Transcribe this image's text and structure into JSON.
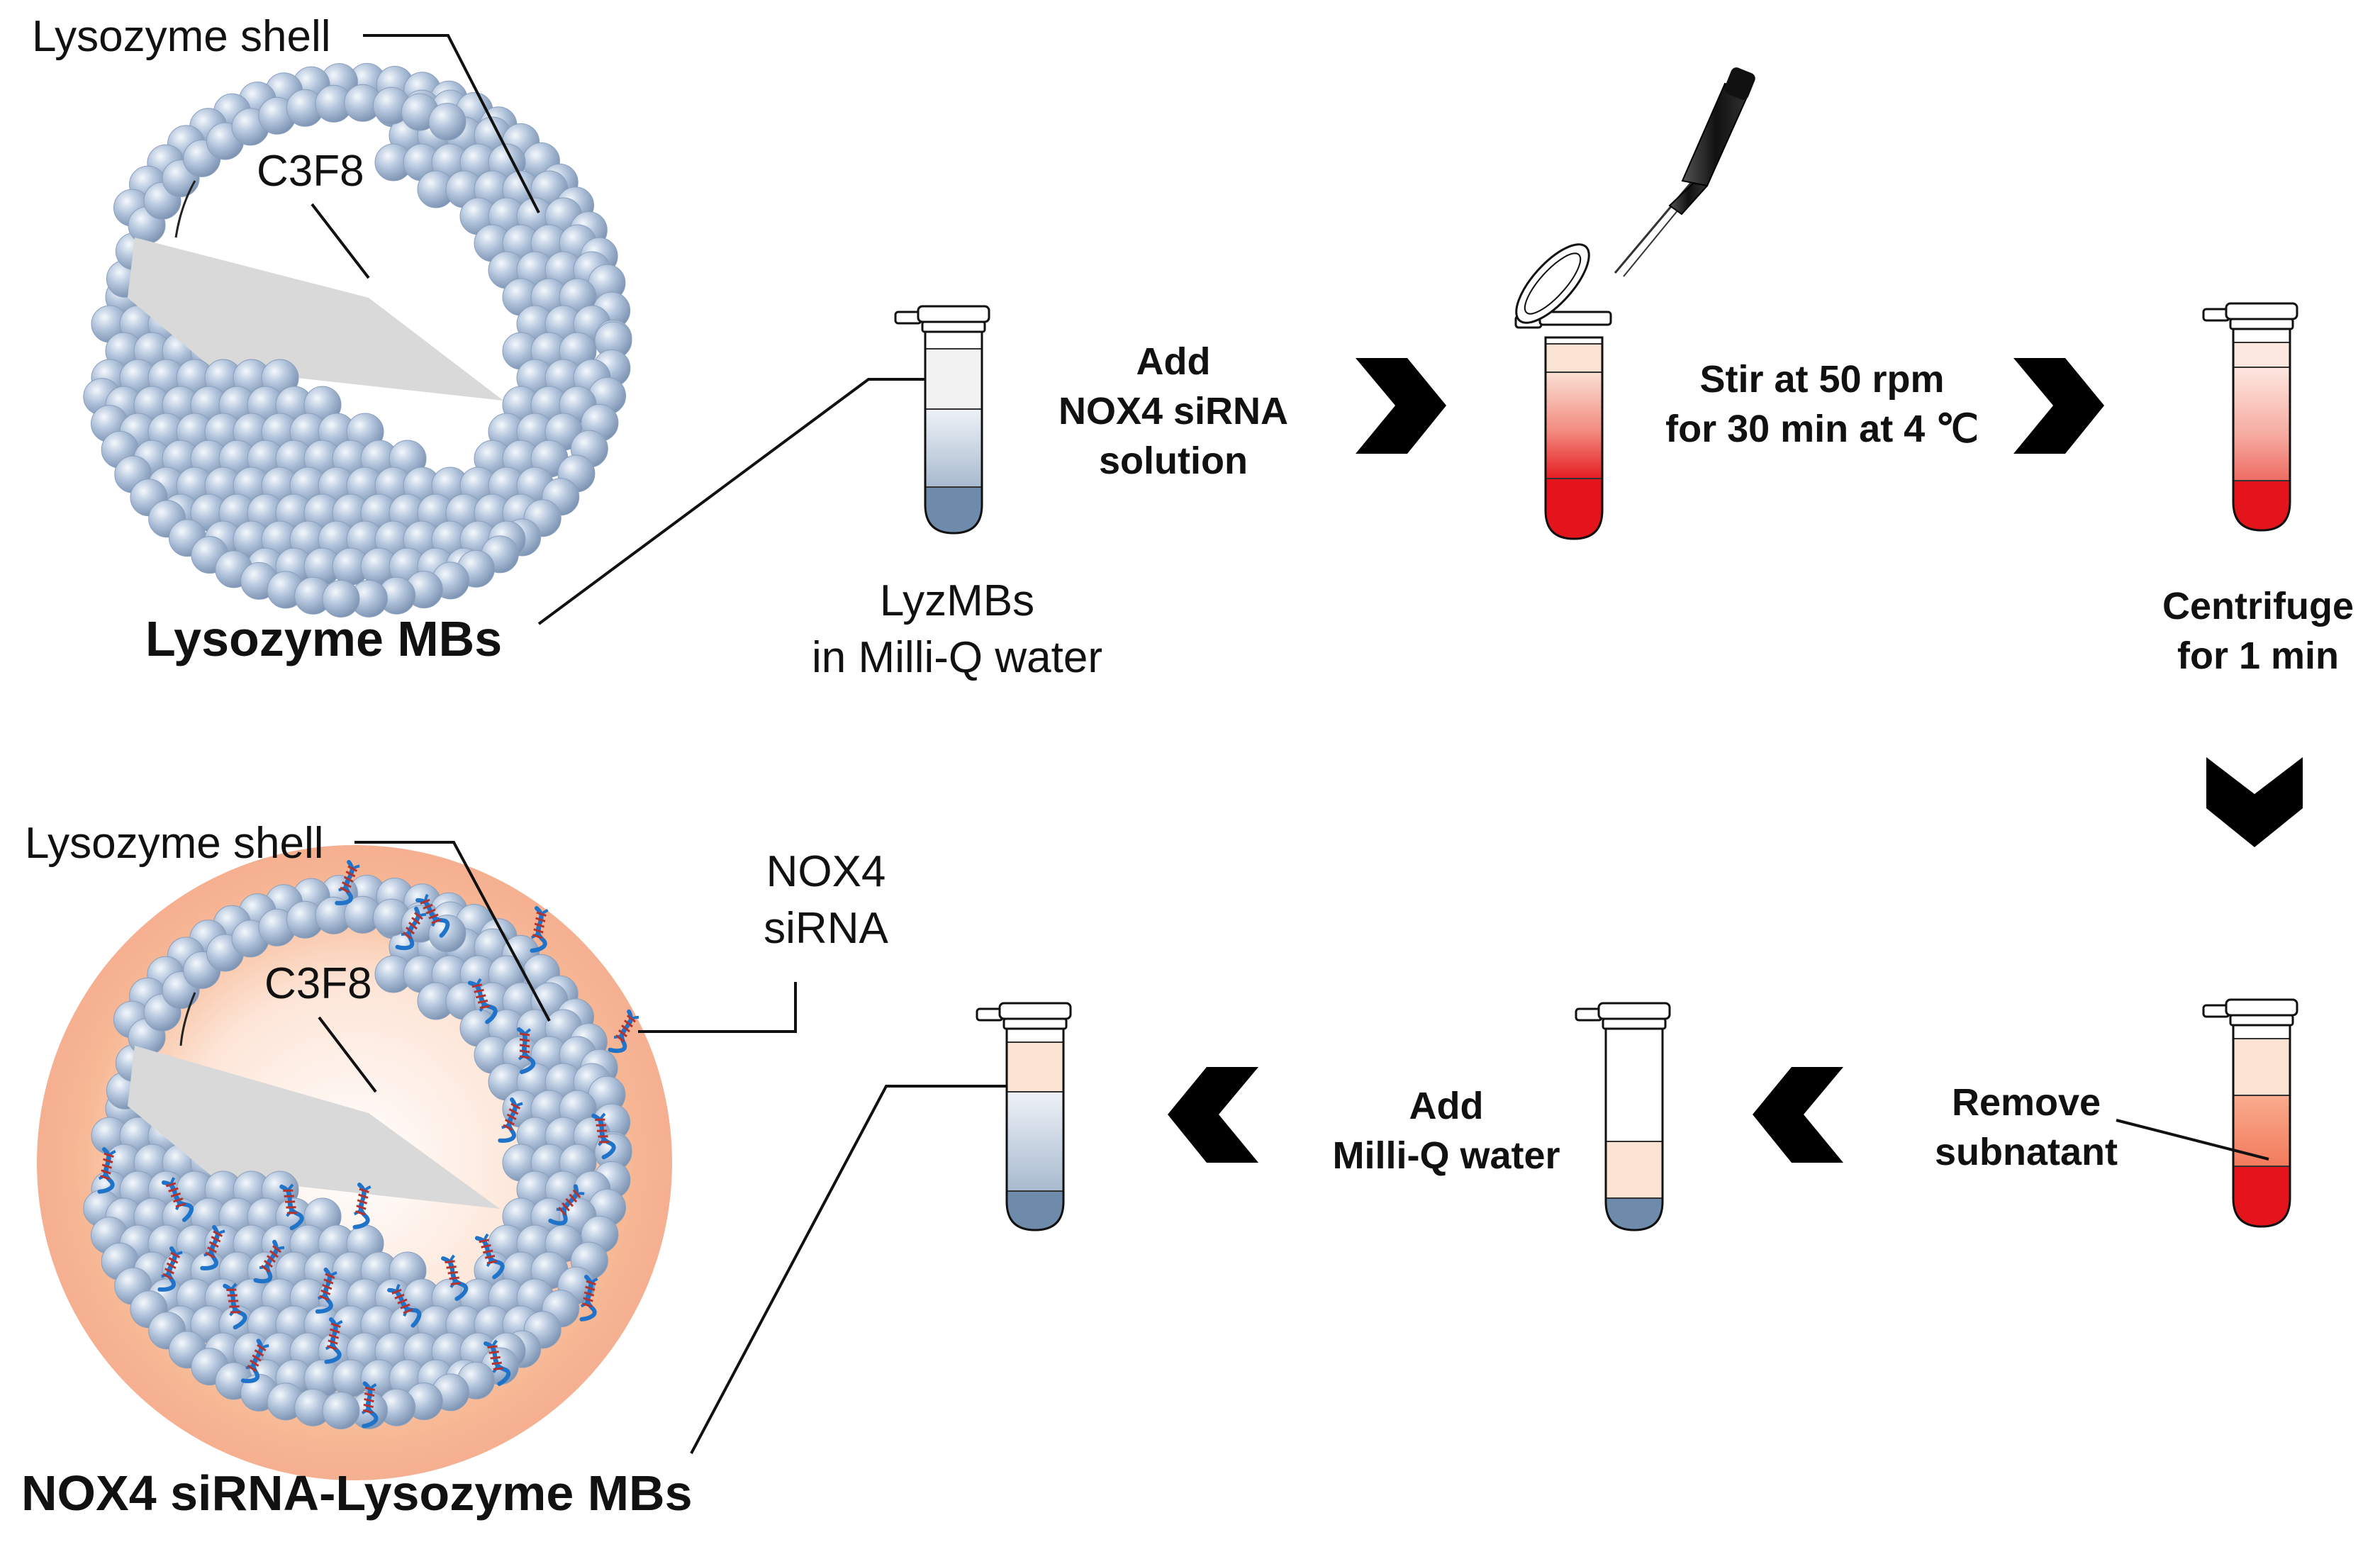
{
  "labels": {
    "shell_top": "Lysozyme shell",
    "gas_top": "C3F8",
    "mb_title": "Lysozyme MBs",
    "tube1_caption": [
      "LyzMBs",
      "in Milli-Q water"
    ],
    "step_add_sirna": [
      "Add",
      "NOX4 siRNA",
      "solution"
    ],
    "step_stir": [
      "Stir at 50 rpm",
      "for 30 min at 4 ℃"
    ],
    "step_centrifuge": [
      "Centrifuge",
      "for 1 min"
    ],
    "step_remove": [
      "Remove",
      "subnatant"
    ],
    "step_add_water": [
      "Add",
      "Milli-Q water"
    ],
    "shell_bottom": "Lysozyme shell",
    "gas_bottom": "C3F8",
    "sirna_label": [
      "NOX4",
      "siRNA"
    ],
    "final_title": "NOX4 siRNA-Lysozyme MBs"
  },
  "colors": {
    "sphere": "#a9bdd9",
    "gas": "#d9d9d9",
    "red_dark": "#e3141b",
    "red_light": "#f9c9bd",
    "peach": "#fbe3d3",
    "blue_bottom": "#6f8bab",
    "blue_light": "#d4dfeb",
    "halo": "#f7b08f",
    "dna_blue": "#1f73c9",
    "dna_red": "#b5332c",
    "arrow": "#000000"
  },
  "icons": [
    "pipette-icon",
    "microtube-icon",
    "dna-icon",
    "chevron-right-icon",
    "chevron-down-icon",
    "chevron-left-icon"
  ]
}
